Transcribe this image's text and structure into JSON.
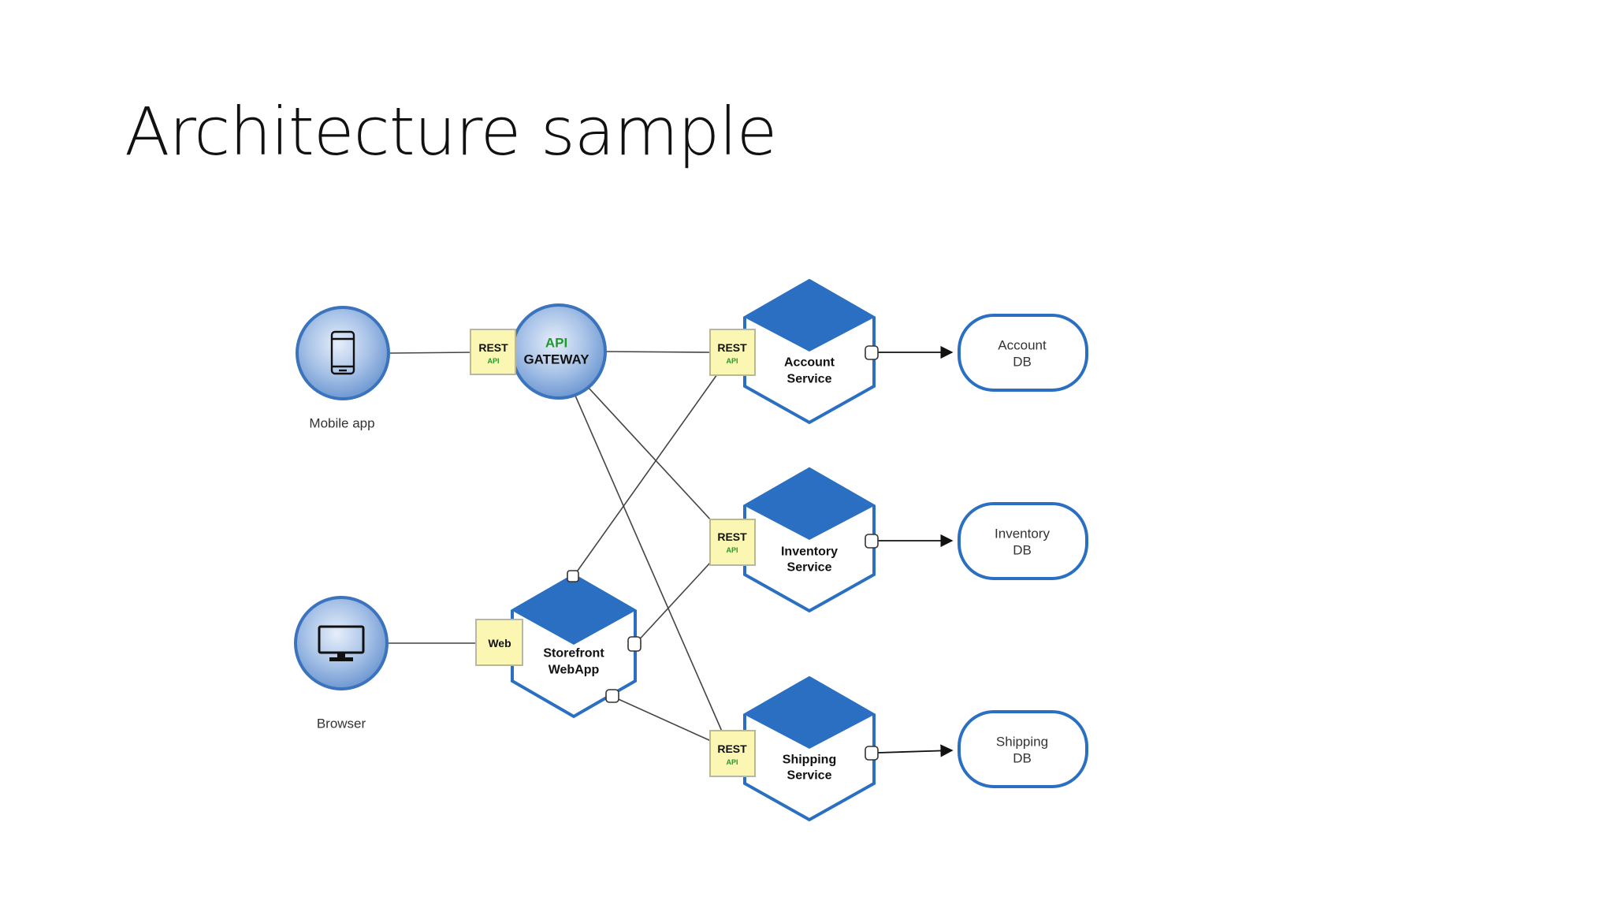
{
  "title": "Architecture sample",
  "clients": {
    "mobile": {
      "label": "Mobile app",
      "icon": "mobile-phone-icon"
    },
    "browser": {
      "label": "Browser",
      "icon": "monitor-icon"
    }
  },
  "gateway": {
    "line1": "API",
    "line2": "GATEWAY"
  },
  "badges": {
    "rest": "REST",
    "api": "API",
    "web": "Web"
  },
  "storefront": {
    "line1": "Storefront",
    "line2": "WebApp"
  },
  "services": {
    "account": {
      "line1": "Account",
      "line2": "Service"
    },
    "inventory": {
      "line1": "Inventory",
      "line2": "Service"
    },
    "shipping": {
      "line1": "Shipping",
      "line2": "Service"
    }
  },
  "databases": {
    "account": {
      "line1": "Account",
      "line2": "DB"
    },
    "inventory": {
      "line1": "Inventory",
      "line2": "DB"
    },
    "shipping": {
      "line1": "Shipping",
      "line2": "DB"
    }
  },
  "colors": {
    "blue": "#2a6fc2",
    "blueDark": "#1f5ea8",
    "circleInner": "#b9cfec",
    "circleEdge": "#3b73bd",
    "badgeFill": "#fbf7b3",
    "badgeStroke": "#b8b8a0",
    "green": "#1f9a2a",
    "line": "#444444"
  }
}
